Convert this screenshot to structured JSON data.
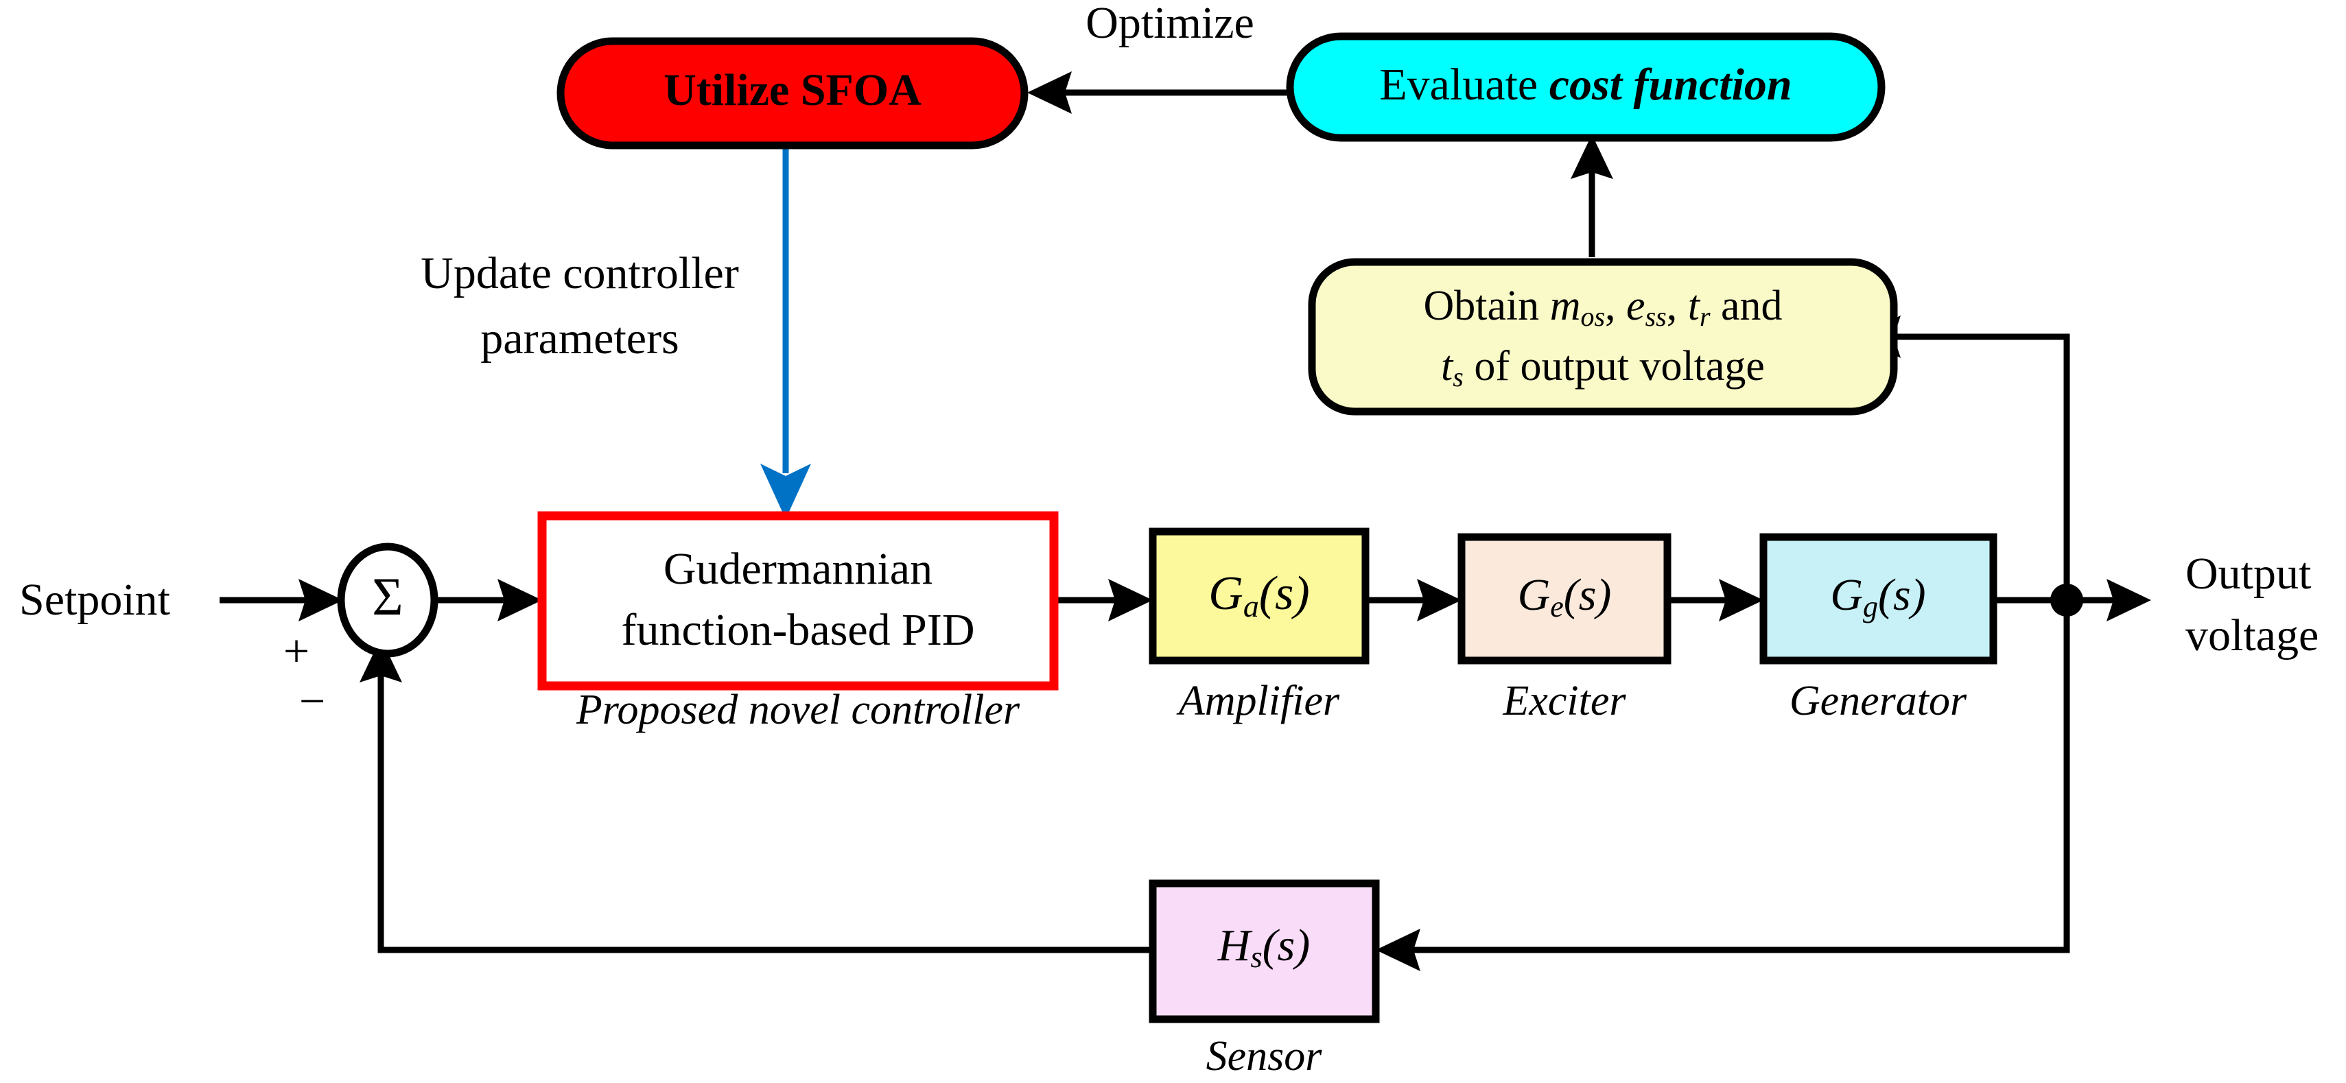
{
  "diagram": {
    "title": "Gudermannian function-based PID AVR control loop with SFOA tuning",
    "background_color": "#FFFFFF"
  },
  "colors": {
    "sfoa_fill": "#FF0000",
    "sfoa_text": "#FFFFFF",
    "cost_fill": "#00FFFF",
    "obtain_fill": "#FAFAC8",
    "controller_border": "#FF0000",
    "controller_fill": "#FFFFFF",
    "amplifier_fill": "#FBF99B",
    "exciter_fill": "#FBEADC",
    "generator_fill": "#C7F0F7",
    "sensor_fill": "#F9DCF7",
    "wire": "#000000",
    "update_arrow": "#0072C6"
  },
  "optimization_loop": {
    "sfoa_box": {
      "label": "Utilize SFOA"
    },
    "optimize_link": {
      "label": "Optimize"
    },
    "cost_box": {
      "label_plain": "Evaluate ",
      "label_emphasis": "cost function"
    },
    "obtain_box": {
      "line1_prefix": "Obtain ",
      "metric1": "m",
      "metric1_sub": "os",
      "sep1": ", ",
      "metric2": "e",
      "metric2_sub": "ss",
      "sep2": ", ",
      "metric3": "t",
      "metric3_sub": "r",
      "line1_suffix": " and",
      "metric4": "t",
      "metric4_sub": "s",
      "line2_suffix": " of output voltage"
    },
    "update_link": {
      "line1": "Update controller",
      "line2": "parameters"
    }
  },
  "control_loop": {
    "setpoint_label": "Setpoint",
    "summing_junction": {
      "symbol": "Σ",
      "sign_positive": "+",
      "sign_negative": "−"
    },
    "controller": {
      "line1": "Gudermannian",
      "line2": "function-based PID",
      "caption": "Proposed novel controller"
    },
    "forward_blocks": [
      {
        "symbol_main": "G",
        "symbol_sub": "a",
        "symbol_arg": "(s)",
        "caption": "Amplifier",
        "fill": "#FBF99B"
      },
      {
        "symbol_main": "G",
        "symbol_sub": "e",
        "symbol_arg": "(s)",
        "caption": "Exciter",
        "fill": "#FBEADC"
      },
      {
        "symbol_main": "G",
        "symbol_sub": "g",
        "symbol_arg": "(s)",
        "caption": "Generator",
        "fill": "#C7F0F7"
      }
    ],
    "feedback_block": {
      "symbol_main": "H",
      "symbol_sub": "s",
      "symbol_arg": "(s)",
      "caption": "Sensor",
      "fill": "#F9DCF7"
    },
    "output_label": {
      "line1": "Output",
      "line2": "voltage"
    }
  }
}
